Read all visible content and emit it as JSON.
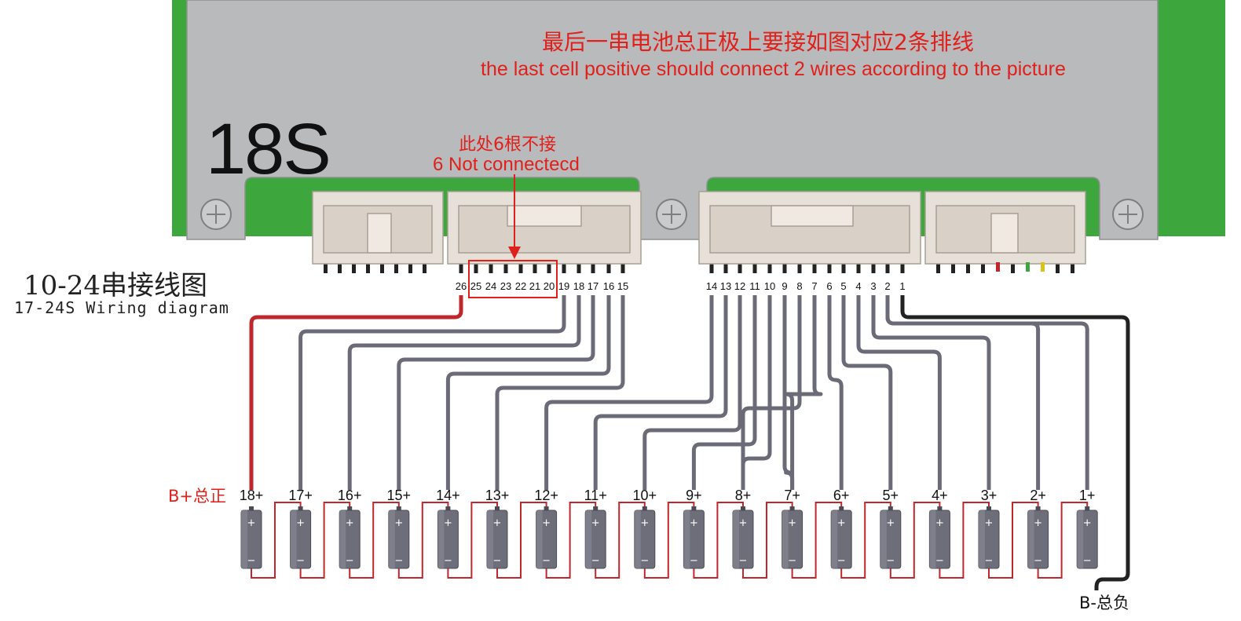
{
  "colors": {
    "accent_red": "#e0201b",
    "pcb_green": "#3da73d",
    "plate_gray": "#b8babc",
    "wire_gray": "#6b6b78",
    "wire_red": "#c0272d",
    "wire_black": "#222222",
    "cell_gray": "#6e6e7a"
  },
  "header": {
    "note_cn": "最后一串电池总正极上要接如图对应2条排线",
    "note_en": "the last cell positive should connect 2 wires according to the picture",
    "model": "18S"
  },
  "not_connected": {
    "label_cn": "此处6根不接",
    "label_en": "6 Not connectecd",
    "pins": [
      "25",
      "24",
      "23",
      "22",
      "21",
      "20"
    ]
  },
  "diagram_title": {
    "cn": "10-24串接线图",
    "en": "17-24S Wiring diagram"
  },
  "connector_pins": {
    "left": [
      "26",
      "25",
      "24",
      "23",
      "22",
      "21",
      "20",
      "19",
      "18",
      "17",
      "16",
      "15"
    ],
    "right": [
      "14",
      "13",
      "12",
      "11",
      "10",
      "9",
      "8",
      "7",
      "6",
      "5",
      "4",
      "3",
      "2",
      "1"
    ]
  },
  "cells": [
    "18+",
    "17+",
    "16+",
    "15+",
    "14+",
    "13+",
    "12+",
    "11+",
    "10+",
    "9+",
    "8+",
    "7+",
    "6+",
    "5+",
    "4+",
    "3+",
    "2+",
    "1+"
  ],
  "cell_plus_symbol": "+",
  "cell_minus_symbol": "−",
  "terminals": {
    "b_plus": "B+总正",
    "b_minus": "B-总负"
  },
  "icons": [
    "screw-icon"
  ]
}
